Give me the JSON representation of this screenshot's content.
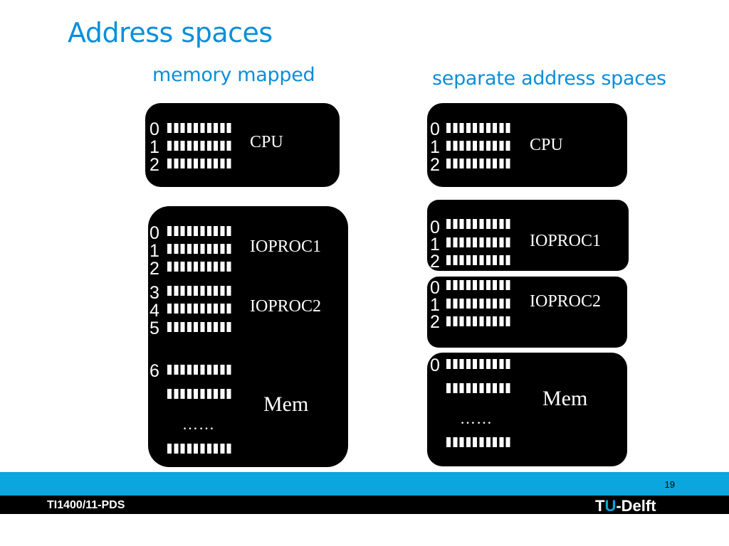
{
  "title": "Address spaces",
  "left": {
    "heading": "memory mapped",
    "cpu": {
      "nums": [
        "0",
        "1",
        "2"
      ],
      "label": "CPU"
    },
    "io": {
      "nums": [
        "0",
        "1",
        "2",
        "3",
        "4",
        "5",
        "6"
      ],
      "label1": "IOPROC1",
      "label2": "IOPROC2",
      "mem_label": "Mem",
      "dots": "……"
    }
  },
  "right": {
    "heading": "separate address spaces",
    "cpu": {
      "nums": [
        "0",
        "1",
        "2"
      ],
      "label": "CPU"
    },
    "io1": {
      "nums": [
        "0",
        "1",
        "2"
      ],
      "label": "IOPROC1"
    },
    "io2": {
      "nums": [
        "0",
        "1",
        "2"
      ],
      "label": "IOPROC2"
    },
    "mem": {
      "nums": [
        "0"
      ],
      "label": "Mem",
      "dots": "……"
    }
  },
  "footer": {
    "page_number": "19",
    "course": "TI1400/11-PDS",
    "logo_t": "T",
    "logo_u": "U",
    "logo_rest": "-Delft"
  },
  "colors": {
    "accent": "#0a8fd9",
    "band": "#0aa6dd",
    "box": "#000000"
  }
}
